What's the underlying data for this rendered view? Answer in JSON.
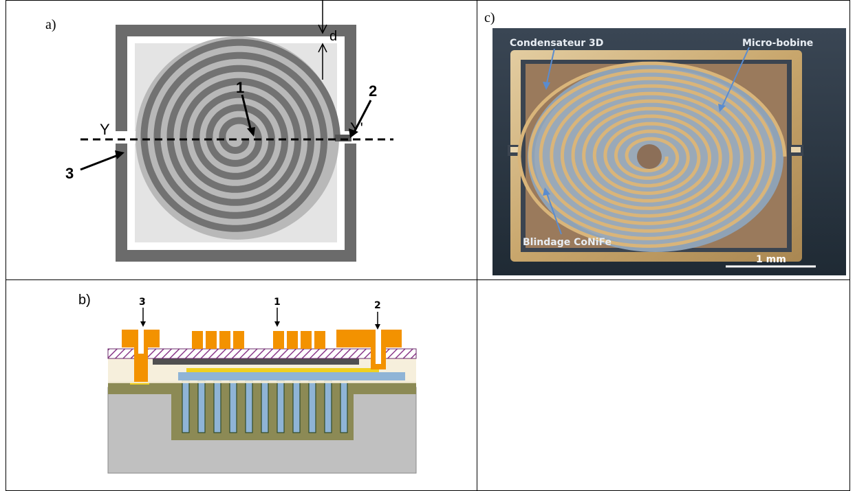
{
  "panels": {
    "a": {
      "label": "a)",
      "markers": {
        "d": "d",
        "y_left": "Y",
        "y_right": "Y'",
        "n1": "1",
        "n2": "2",
        "n3": "3"
      }
    },
    "b": {
      "label": "b)",
      "markers": {
        "n3": "3",
        "n1": "1",
        "n2": "2"
      }
    },
    "c": {
      "label": "c)",
      "annotations": {
        "capacitor": "Condensateur 3D",
        "coil": "Micro-bobine",
        "shield": "Blindage CoNiFe",
        "scale": "1 mm"
      }
    }
  },
  "colors": {
    "frame": "#6b6b6b",
    "spiral": "#707070",
    "copper": "#f39200",
    "substrate": "#bfbfbf",
    "oxide": "#8c8a55",
    "blue_layer": "#8fb4d6",
    "hatch": "#8a3a8a",
    "photo_bg": "#2e3a47",
    "gold": "#c9a15c"
  }
}
